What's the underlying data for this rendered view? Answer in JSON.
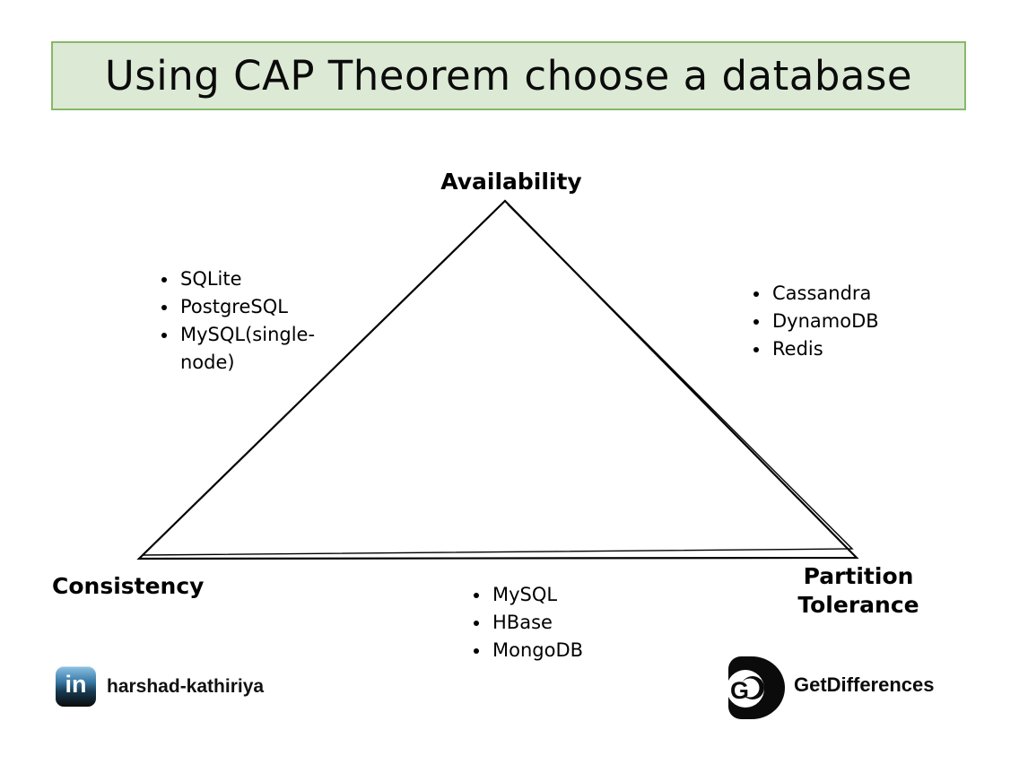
{
  "title": "Using CAP Theorem choose a database",
  "colors": {
    "title_background": "#dcead5",
    "title_border": "#87b86a",
    "triangle_stroke": "#000000",
    "text": "#000000"
  },
  "triangle": {
    "top_label": "Availability",
    "bottom_left_label": "Consistency",
    "bottom_right_label": "Partition Tolerance"
  },
  "lists": {
    "left": {
      "side": "consistency-availability",
      "items": [
        "SQLite",
        "PostgreSQL",
        "MySQL(single-node)"
      ]
    },
    "right": {
      "side": "availability-partition-tolerance",
      "items": [
        "Cassandra",
        "DynamoDB",
        "Redis"
      ]
    },
    "bottom": {
      "side": "consistency-partition-tolerance",
      "items": [
        "MySQL",
        "HBase",
        "MongoDB"
      ]
    }
  },
  "footer": {
    "linkedin_icon_text": "in",
    "linkedin_handle": "harshad-kathiriya",
    "brand_icon_letter": "G",
    "brand_name": "GetDifferences"
  }
}
